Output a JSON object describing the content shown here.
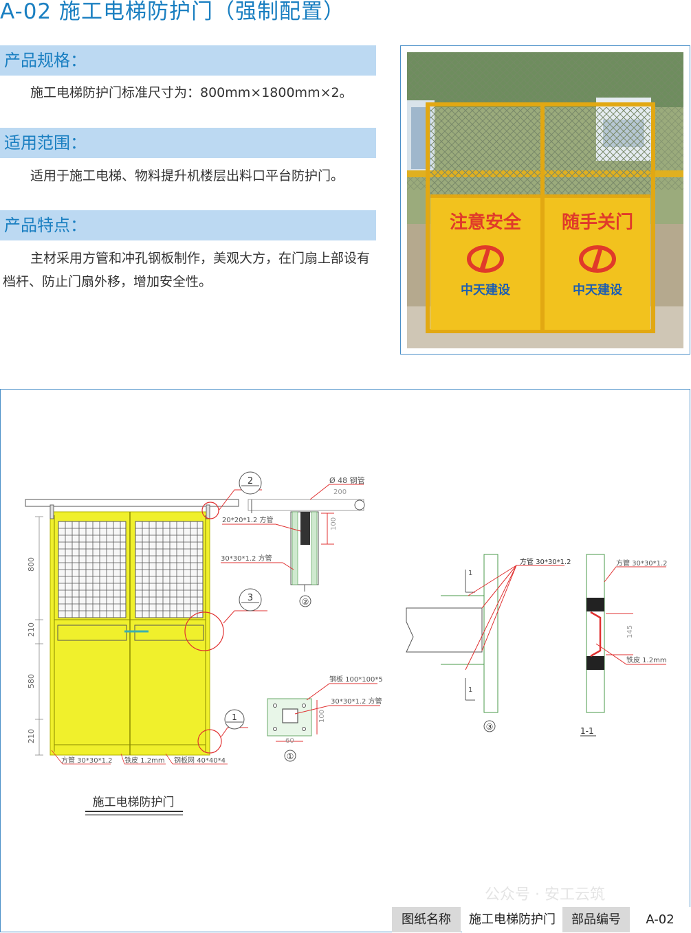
{
  "title": "A-02 施工电梯防护门（强制配置）",
  "sections": [
    {
      "heading": "产品规格：",
      "text": "施工电梯防护门标准尺寸为：800mm×1800mm×2。"
    },
    {
      "heading": "适用范围：",
      "text": "适用于施工电梯、物料提升机楼层出料口平台防护门。"
    },
    {
      "heading": "产品特点：",
      "text": "主材采用方管和冲孔钢板制作，美观大方，在门扇上部设有档杆、防止门扇外移，增加安全性。"
    }
  ],
  "photo": {
    "left_sign": "注意安全",
    "right_sign": "随手关门",
    "company": "中天建设"
  },
  "drawing": {
    "caption": "施工电梯防护门",
    "dims_left": [
      "800",
      "210",
      "580",
      "210"
    ],
    "labels_bottom": [
      "方管 30*30*1.2",
      "铁皮 1.2mm",
      "钢板网 40*40*4"
    ],
    "callout_1": "1",
    "callout_2": "2",
    "callout_3": "3",
    "detail2": {
      "pipe": "Ø 48 钢管",
      "dim_200": "200",
      "dim_100": "100",
      "tube_small": "20*20*1.2 方管",
      "tube_big": "30*30*1.2 方管",
      "num": "②"
    },
    "detail1": {
      "plate": "钢板 100*100*5",
      "tube": "30*30*1.2 方管",
      "dim_60": "60",
      "dim_100": "100",
      "num": "①"
    },
    "detail3": {
      "tube": "方管 30*30*1.2",
      "cut": "1",
      "num": "③"
    },
    "section11": {
      "tube": "方管 30*30*1.2",
      "dim_145": "145",
      "sheet": "铁皮 1.2mm",
      "label": "1-1"
    }
  },
  "title_block": {
    "name_label": "图纸名称",
    "name_value": "施工电梯防护门",
    "code_label": "部品编号",
    "code_value": "A-02"
  },
  "watermark": "公众号 · 安工云筑",
  "colors": {
    "accent": "#1a7fc1",
    "band": "#bcd9f2",
    "door": "#f0f02c",
    "red": "#e03030"
  }
}
